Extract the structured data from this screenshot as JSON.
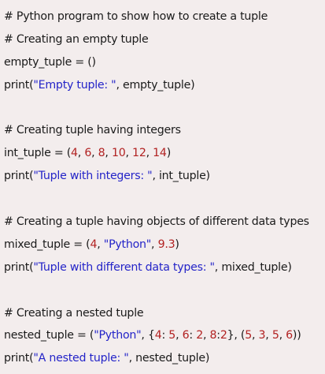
{
  "code": {
    "l1": {
      "text": "# Python program to show how to create a tuple"
    },
    "l2": {
      "text": "# Creating an empty tuple"
    },
    "l3": {
      "text": "empty_tuple = ()"
    },
    "l4": {
      "pre": "print(",
      "str": "\"Empty tuple: \"",
      "post": ", empty_tuple)"
    },
    "l6": {
      "text": "# Creating tuple having integers"
    },
    "l7": {
      "pre": "int_tuple = (",
      "n1": "4",
      "s1": ", ",
      "n2": "6",
      "s2": ", ",
      "n3": "8",
      "s3": ", ",
      "n4": "10",
      "s4": ", ",
      "n5": "12",
      "s5": ", ",
      "n6": "14",
      "post": ")"
    },
    "l8": {
      "pre": "print(",
      "str": "\"Tuple with integers: \"",
      "post": ", int_tuple)"
    },
    "l10": {
      "text": "# Creating a tuple having objects of different data types"
    },
    "l11": {
      "pre": "mixed_tuple = (",
      "n1": "4",
      "s1": ", ",
      "str": "\"Python\"",
      "s2": ", ",
      "n2": "9.3",
      "post": ")"
    },
    "l12": {
      "pre": "print(",
      "str": "\"Tuple with different data types: \"",
      "post": ", mixed_tuple)"
    },
    "l14": {
      "text": "# Creating a nested tuple"
    },
    "l15": {
      "pre": "nested_tuple = (",
      "str": "\"Python\"",
      "a": ", {",
      "n1": "4",
      "b": ": ",
      "n2": "5",
      "c": ", ",
      "n3": "6",
      "d": ": ",
      "n4": "2",
      "e": ", ",
      "n5": "8",
      "f": ":",
      "n6": "2",
      "g": "}, (",
      "n7": "5",
      "h": ", ",
      "n8": "3",
      "i": ", ",
      "n9": "5",
      "j": ", ",
      "n10": "6",
      "post": "))"
    },
    "l16": {
      "pre": "print(",
      "str": "\"A nested tuple: \"",
      "post": ", nested_tuple)"
    }
  }
}
